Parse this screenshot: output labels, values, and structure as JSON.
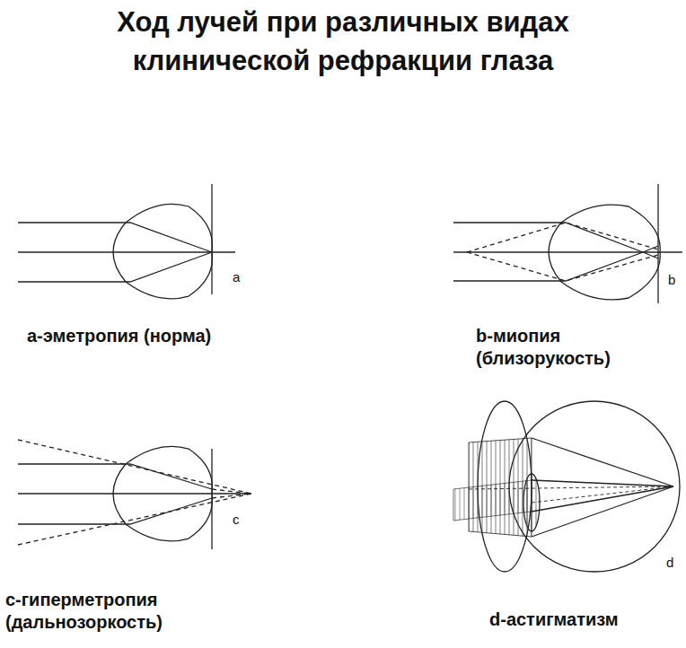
{
  "diagram": {
    "title": "Ход лучей при различных видах клинической рефракции глаза",
    "labels": [
      "a",
      "a-эметропия (норма)",
      "b",
      "b-миопия (близорукость)",
      "c",
      "c-гиперметропия (дальнозоркость)",
      "d",
      "d-астигматизм"
    ]
  }
}
